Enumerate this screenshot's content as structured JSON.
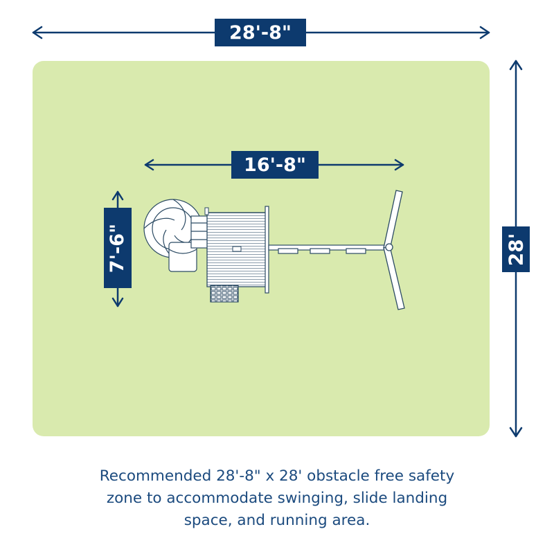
{
  "colors": {
    "zone_fill": "#d9eaae",
    "navy": "#0d3a6e",
    "caption_text": "#1b4a7e",
    "structure_fill": "#ffffff",
    "structure_line": "#2b4a63"
  },
  "dimensions": {
    "overall_width": "28'-8\"",
    "overall_depth": "28'",
    "structure_width": "16'-8\"",
    "structure_depth": "7'-6\""
  },
  "caption": {
    "line1": "Recommended 28'-8\" x 28' obstacle free safety",
    "line2": "zone to accommodate swinging, slide landing",
    "line3": "space, and running area."
  }
}
